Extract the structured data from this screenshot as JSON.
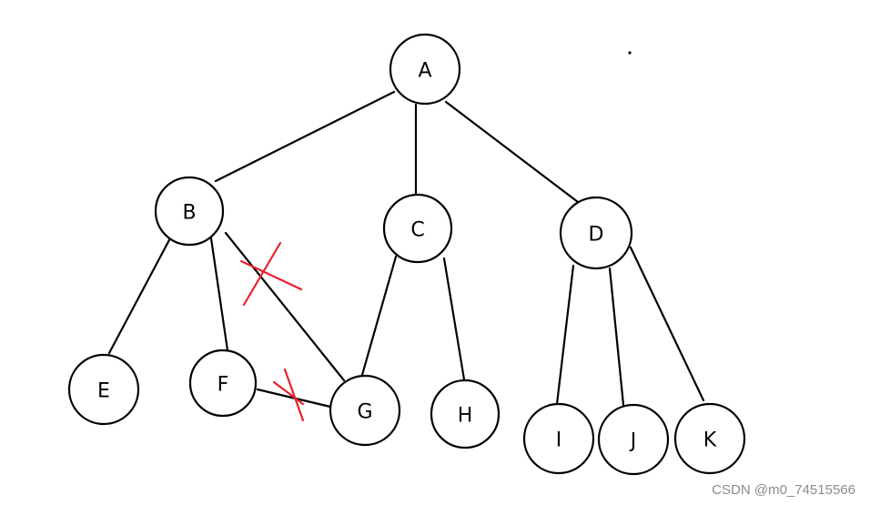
{
  "diagram": {
    "nodes": [
      {
        "id": "A",
        "label": "A"
      },
      {
        "id": "B",
        "label": "B"
      },
      {
        "id": "C",
        "label": "C"
      },
      {
        "id": "D",
        "label": "D"
      },
      {
        "id": "E",
        "label": "E"
      },
      {
        "id": "F",
        "label": "F"
      },
      {
        "id": "G",
        "label": "G"
      },
      {
        "id": "H",
        "label": "H"
      },
      {
        "id": "I",
        "label": "I"
      },
      {
        "id": "J",
        "label": "J"
      },
      {
        "id": "K",
        "label": "K"
      }
    ],
    "edges": [
      {
        "from": "A",
        "to": "B",
        "removed": false
      },
      {
        "from": "A",
        "to": "C",
        "removed": false
      },
      {
        "from": "A",
        "to": "D",
        "removed": false
      },
      {
        "from": "B",
        "to": "E",
        "removed": false
      },
      {
        "from": "B",
        "to": "F",
        "removed": false
      },
      {
        "from": "B",
        "to": "G",
        "removed": true
      },
      {
        "from": "C",
        "to": "G",
        "removed": false
      },
      {
        "from": "C",
        "to": "H",
        "removed": false
      },
      {
        "from": "D",
        "to": "I",
        "removed": false
      },
      {
        "from": "D",
        "to": "J",
        "removed": false
      },
      {
        "from": "D",
        "to": "K",
        "removed": false
      },
      {
        "from": "F",
        "to": "G",
        "removed": true
      }
    ],
    "colors": {
      "stroke": "#000000",
      "removed_mark": "#e8202a"
    }
  },
  "watermark": "CSDN @m0_74515566"
}
